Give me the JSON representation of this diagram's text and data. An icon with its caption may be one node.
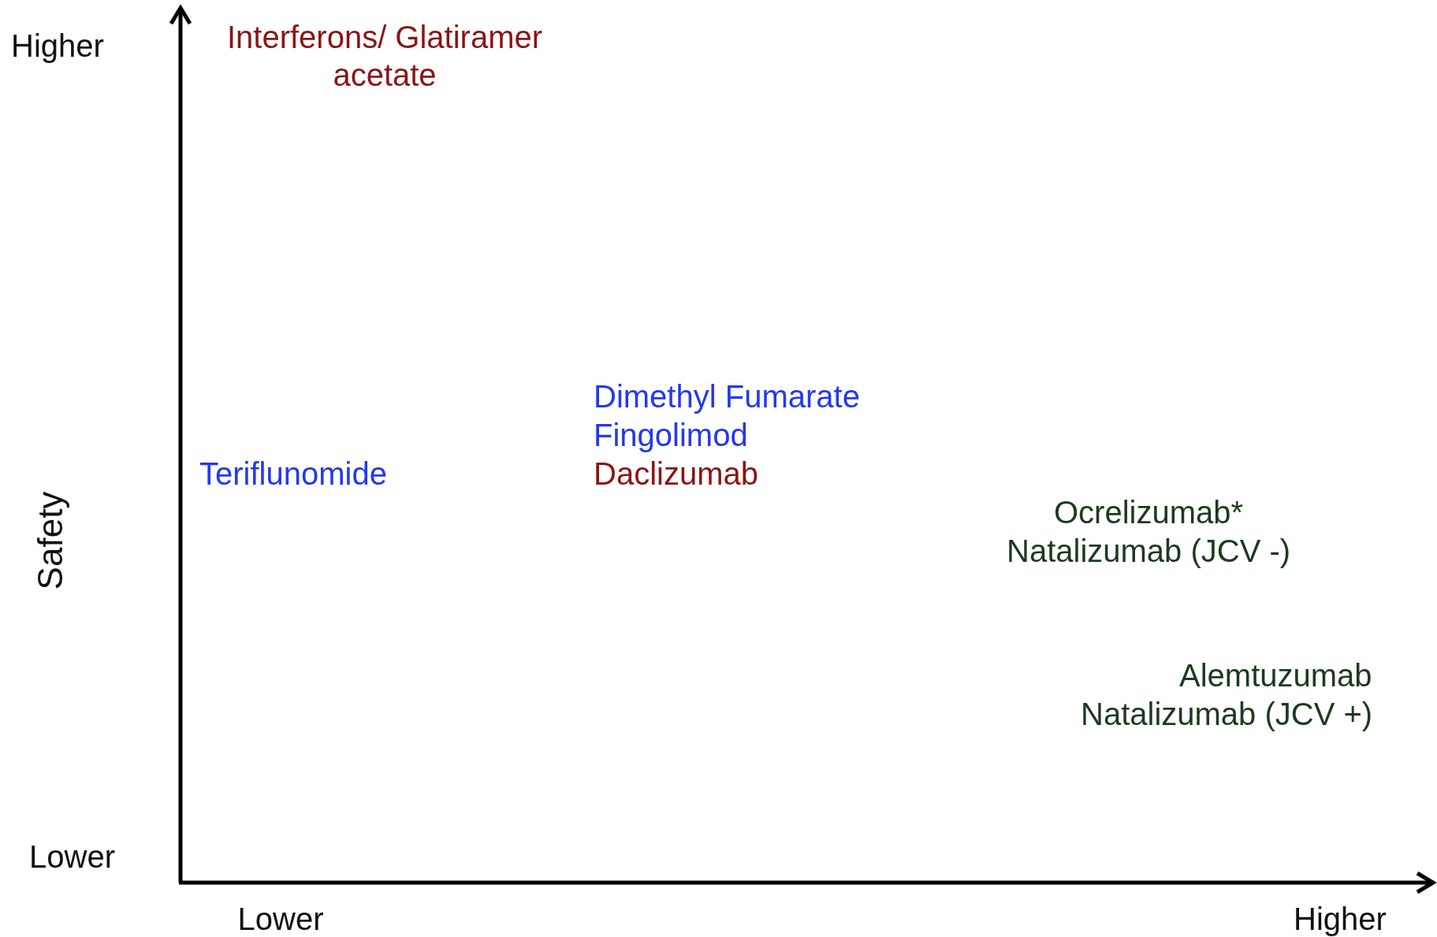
{
  "diagram": {
    "labels": [
      "Higher",
      "Interferons/ Glatiramer acetate",
      "Dimethyl Fumarate",
      "Fingolimod",
      "Teriflunomide",
      "Daclizumab",
      "Safety",
      "Ocrelizumab*",
      "Natalizumab (JCV -)",
      "Alemtuzumab",
      "Natalizumab (JCV +)",
      "Lower",
      "Lower",
      "Higher"
    ]
  }
}
